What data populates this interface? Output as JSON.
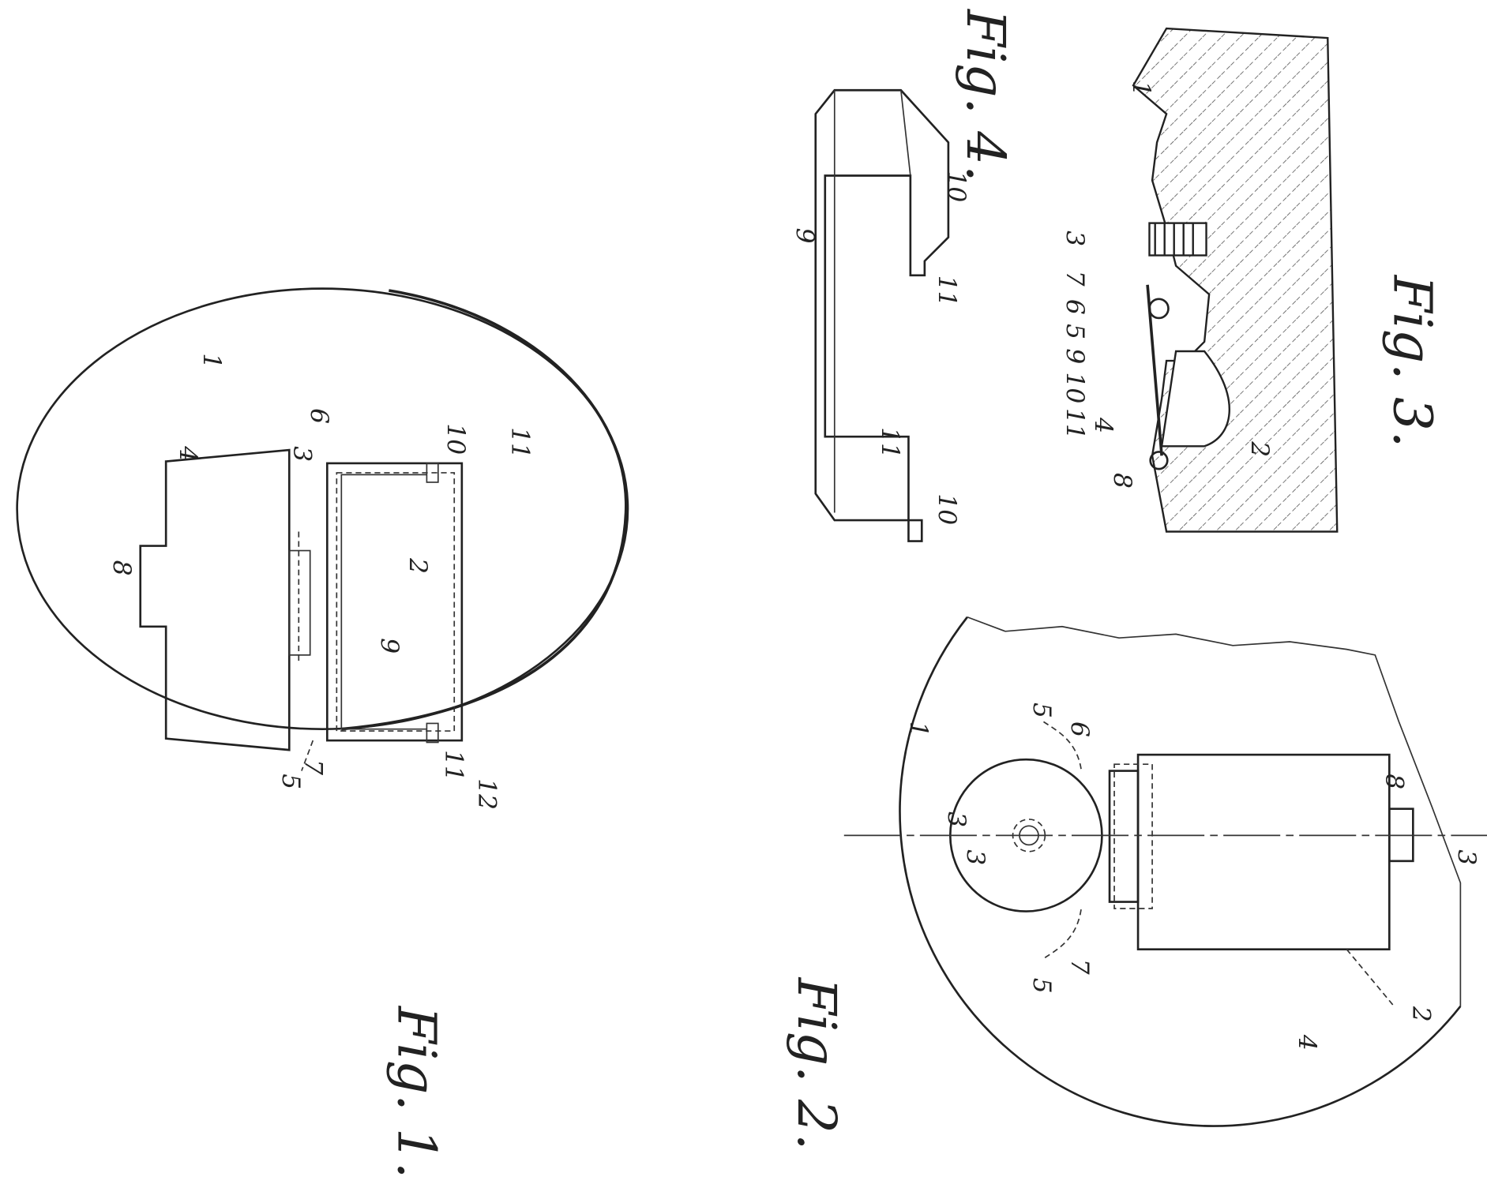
{
  "figures": {
    "fig1": "Fig. 1.",
    "fig2": "Fig. 2.",
    "fig3": "Fig. 3.",
    "fig4": "Fig. 4."
  },
  "labels": {
    "f1": [
      "1",
      "4",
      "8",
      "3",
      "6",
      "7",
      "5",
      "9",
      "2",
      "10",
      "11",
      "11",
      "12"
    ],
    "f2": [
      "1",
      "3",
      "3",
      "3",
      "6",
      "5",
      "7",
      "5",
      "2",
      "4",
      "8"
    ],
    "f3": [
      "1",
      "3",
      "7",
      "6",
      "5",
      "9",
      "10",
      "11",
      "4",
      "8",
      "2"
    ],
    "f4": [
      "9",
      "10",
      "11",
      "11",
      "10"
    ]
  }
}
